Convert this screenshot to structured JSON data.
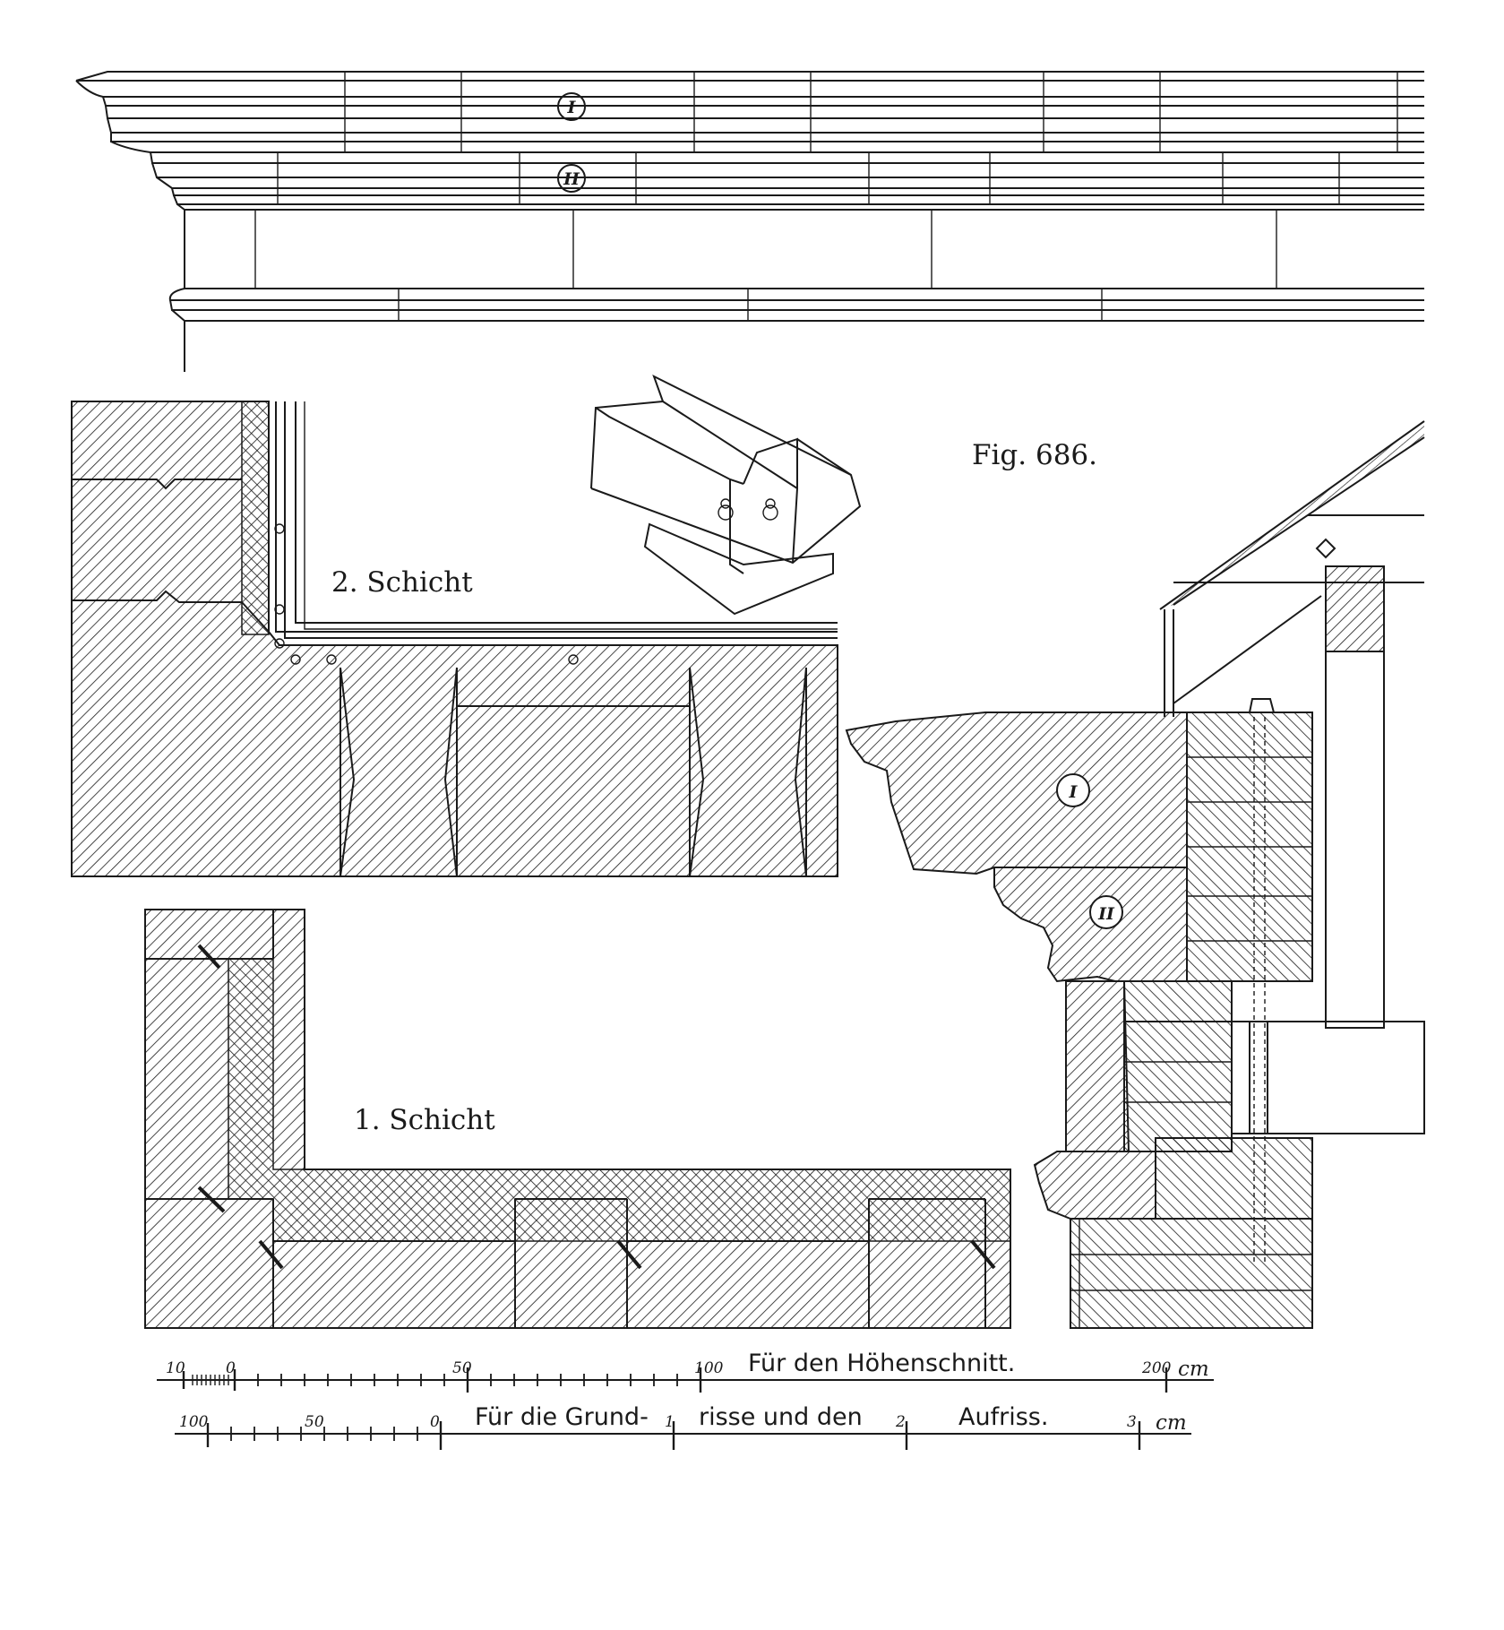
{
  "figure": {
    "caption": "Fig. 686.",
    "labels": {
      "layer_2": "2. Schicht",
      "layer_1": "1. Schicht",
      "stone_1": "I",
      "stone_2": "II"
    }
  },
  "scales": {
    "section": {
      "caption": "Für den Höhenschnitt.",
      "ticks": [
        "10",
        "0",
        "50",
        "100",
        "200"
      ],
      "unit": "cm"
    },
    "plans": {
      "caption_parts": [
        "Für die Grund-",
        "risse und den",
        "Aufriss."
      ],
      "ticks": [
        "100",
        "50",
        "0",
        "1",
        "2",
        "3"
      ],
      "unit": "cm"
    }
  },
  "colors": {
    "ink": "#1a1a1a",
    "paper": "#ffffff"
  }
}
